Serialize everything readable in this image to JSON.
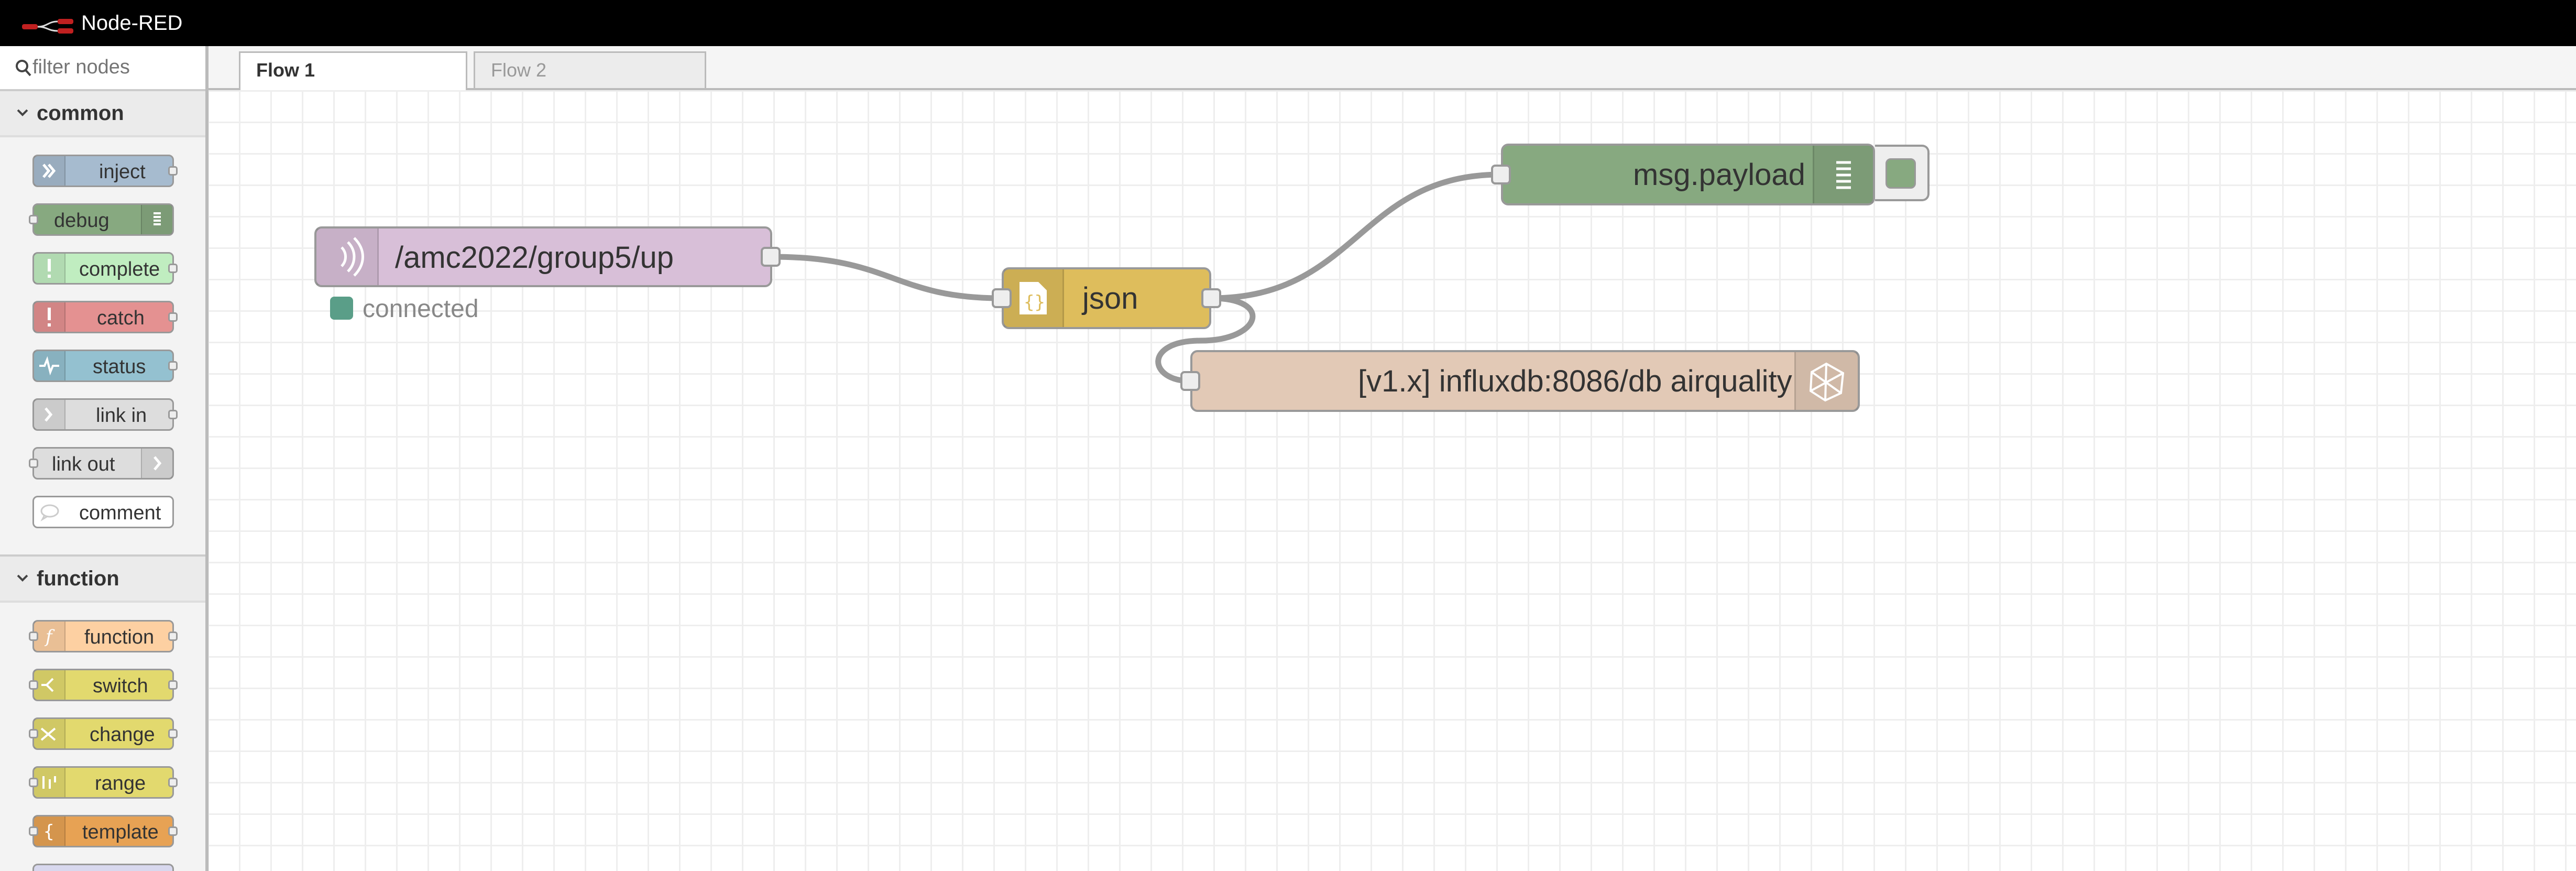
{
  "app": {
    "title": "Node-RED"
  },
  "palette": {
    "filter_placeholder": "filter nodes",
    "categories": [
      {
        "label": "common",
        "nodes": [
          {
            "label": "inject",
            "color": "#a6bbcf"
          },
          {
            "label": "debug",
            "color": "#87a980"
          },
          {
            "label": "complete",
            "color": "#c0edc0"
          },
          {
            "label": "catch",
            "color": "#e49191"
          },
          {
            "label": "status",
            "color": "#94c1d0"
          },
          {
            "label": "link in",
            "color": "#dddddd"
          },
          {
            "label": "link out",
            "color": "#dddddd"
          },
          {
            "label": "comment",
            "color": "#ffffff"
          }
        ]
      },
      {
        "label": "function",
        "nodes": [
          {
            "label": "function",
            "color": "#fdd0a2"
          },
          {
            "label": "switch",
            "color": "#e2d96e"
          },
          {
            "label": "change",
            "color": "#e2d96e"
          },
          {
            "label": "range",
            "color": "#e2d96e"
          },
          {
            "label": "template",
            "color": "#e7a254"
          }
        ]
      }
    ]
  },
  "tabs": [
    {
      "label": "Flow 1",
      "active": true
    },
    {
      "label": "Flow 2",
      "active": false
    }
  ],
  "flow": {
    "mqtt_in": {
      "label": "/amc2022/group5/up",
      "color": "#d8bfd8",
      "status_text": "connected",
      "status_color": "#5a9e88"
    },
    "json": {
      "label": "json",
      "color": "#debd5c"
    },
    "debug": {
      "label": "msg.payload",
      "color": "#87a980"
    },
    "influx": {
      "label": "[v1.x] influxdb:8086/db airquality",
      "color": "#e2c9b6"
    }
  }
}
